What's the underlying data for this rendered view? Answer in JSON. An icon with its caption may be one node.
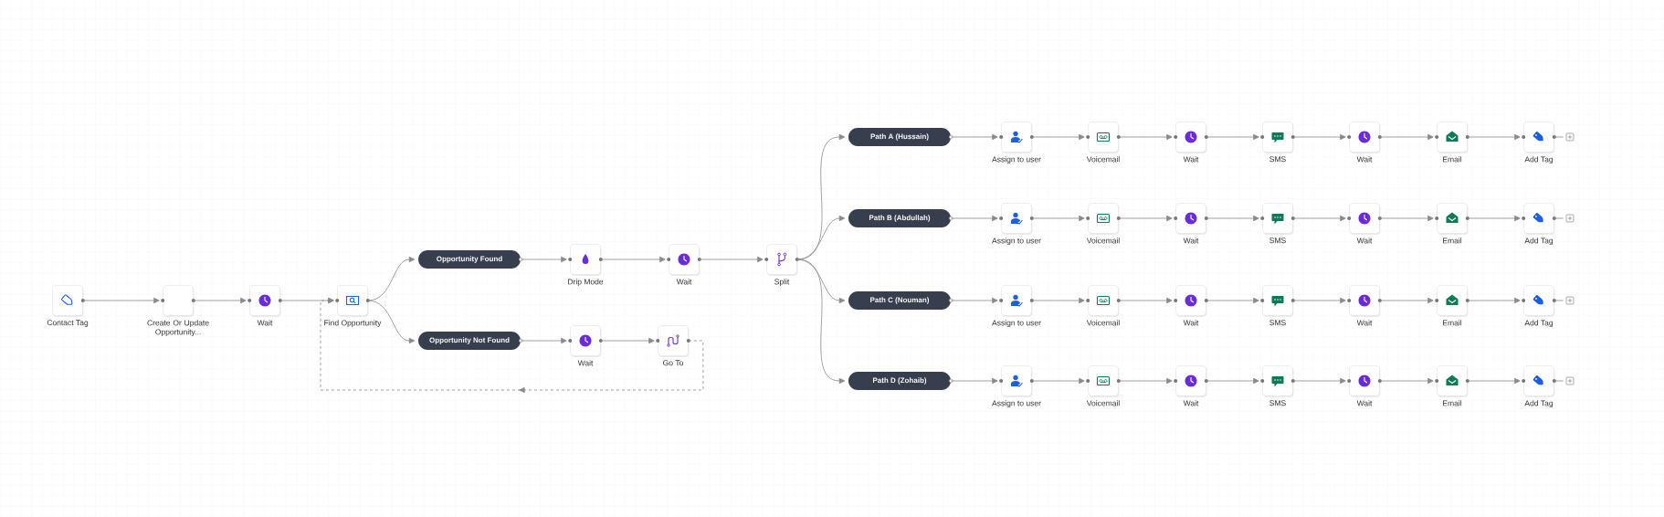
{
  "diagram": {
    "nodes": [
      {
        "text": [
          "Contact Tag"
        ]
      },
      {
        "text": [
          "Create Or Update Opportunity..."
        ]
      },
      {
        "text": [
          "Wait"
        ]
      },
      {
        "text": [
          "Find Opportunity"
        ]
      },
      {
        "text": [
          "Opportunity Found"
        ]
      },
      {
        "text": [
          "Drip Mode"
        ]
      },
      {
        "text": [
          "Wait"
        ]
      },
      {
        "text": [
          "Split"
        ]
      },
      {
        "text": [
          "Opportunity Not Found"
        ]
      },
      {
        "text": [
          "Wait"
        ]
      },
      {
        "text": [
          "Go To"
        ]
      },
      {
        "text": [
          "Path A (Hussain)"
        ]
      },
      {
        "text": [
          "Assign to user"
        ]
      },
      {
        "text": [
          "Voicemail"
        ]
      },
      {
        "text": [
          "Wait"
        ]
      },
      {
        "text": [
          "SMS"
        ]
      },
      {
        "text": [
          "Wait"
        ]
      },
      {
        "text": [
          "Email"
        ]
      },
      {
        "text": [
          "Add Tag"
        ]
      },
      {
        "text": [],
        "shape": "box"
      },
      {
        "text": [
          "Path B (Abdullah)"
        ]
      },
      {
        "text": [
          "Assign to user"
        ]
      },
      {
        "text": [
          "Voicemail"
        ]
      },
      {
        "text": [
          "Wait"
        ]
      },
      {
        "text": [
          "SMS"
        ]
      },
      {
        "text": [
          "Wait"
        ]
      },
      {
        "text": [
          "Email"
        ]
      },
      {
        "text": [
          "Add Tag"
        ]
      },
      {
        "text": [],
        "shape": "box"
      },
      {
        "text": [
          "Path C (Nouman)"
        ]
      },
      {
        "text": [
          "Assign to user"
        ]
      },
      {
        "text": [
          "Voicemail"
        ]
      },
      {
        "text": [
          "Wait"
        ]
      },
      {
        "text": [
          "SMS"
        ]
      },
      {
        "text": [
          "Wait"
        ]
      },
      {
        "text": [
          "Email"
        ]
      },
      {
        "text": [
          "Add Tag"
        ]
      },
      {
        "text": [],
        "shape": "box"
      },
      {
        "text": [
          "Path D (Zohaib)"
        ]
      },
      {
        "text": [
          "Assign to user"
        ]
      },
      {
        "text": [
          "Voicemail"
        ]
      },
      {
        "text": [
          "Wait"
        ]
      },
      {
        "text": [
          "SMS"
        ]
      },
      {
        "text": [
          "Wait"
        ]
      },
      {
        "text": [
          "Email"
        ]
      },
      {
        "text": [
          "Add Tag"
        ]
      },
      {
        "text": [],
        "shape": "box"
      }
    ],
    "edges": [
      {
        "from": 0,
        "to": 1,
        "arrow": "to"
      },
      {
        "from": 1,
        "to": 2,
        "arrow": "to"
      },
      {
        "from": 2,
        "to": 3,
        "arrow": "to"
      },
      {
        "from": 3,
        "to": 4,
        "arrow": "to"
      },
      {
        "from": 3,
        "to": 8,
        "arrow": "to"
      },
      {
        "from": 4,
        "to": 5,
        "arrow": "to"
      },
      {
        "from": 5,
        "to": 6,
        "arrow": "to"
      },
      {
        "from": 6,
        "to": 7,
        "arrow": "to"
      },
      {
        "from": 7,
        "to": 11,
        "arrow": "to"
      },
      {
        "from": 7,
        "to": 20,
        "arrow": "to"
      },
      {
        "from": 7,
        "to": 29,
        "arrow": "to"
      },
      {
        "from": 7,
        "to": 38,
        "arrow": "to"
      },
      {
        "from": 8,
        "to": 9,
        "arrow": "to"
      },
      {
        "from": 9,
        "to": 10,
        "arrow": "to"
      },
      {
        "from": 10,
        "to": 3,
        "arrow": "to",
        "style": "dashed"
      },
      {
        "from": 11,
        "to": 12,
        "arrow": "to"
      },
      {
        "from": 12,
        "to": 13,
        "arrow": "to"
      },
      {
        "from": 13,
        "to": 14,
        "arrow": "to"
      },
      {
        "from": 14,
        "to": 15,
        "arrow": "to"
      },
      {
        "from": 15,
        "to": 16,
        "arrow": "to"
      },
      {
        "from": 16,
        "to": 17,
        "arrow": "to"
      },
      {
        "from": 17,
        "to": 18,
        "arrow": "to"
      },
      {
        "from": 18,
        "to": 19,
        "arrow": "none"
      },
      {
        "from": 20,
        "to": 21,
        "arrow": "to"
      },
      {
        "from": 21,
        "to": 22,
        "arrow": "to"
      },
      {
        "from": 22,
        "to": 23,
        "arrow": "to"
      },
      {
        "from": 23,
        "to": 24,
        "arrow": "to"
      },
      {
        "from": 24,
        "to": 25,
        "arrow": "to"
      },
      {
        "from": 25,
        "to": 26,
        "arrow": "to"
      },
      {
        "from": 26,
        "to": 27,
        "arrow": "to"
      },
      {
        "from": 27,
        "to": 28,
        "arrow": "none"
      },
      {
        "from": 29,
        "to": 30,
        "arrow": "to"
      },
      {
        "from": 30,
        "to": 31,
        "arrow": "to"
      },
      {
        "from": 31,
        "to": 32,
        "arrow": "to"
      },
      {
        "from": 32,
        "to": 33,
        "arrow": "to"
      },
      {
        "from": 33,
        "to": 34,
        "arrow": "to"
      },
      {
        "from": 34,
        "to": 35,
        "arrow": "to"
      },
      {
        "from": 35,
        "to": 36,
        "arrow": "to"
      },
      {
        "from": 36,
        "to": 37,
        "arrow": "none"
      },
      {
        "from": 38,
        "to": 39,
        "arrow": "to"
      },
      {
        "from": 39,
        "to": 40,
        "arrow": "to"
      },
      {
        "from": 40,
        "to": 41,
        "arrow": "to"
      },
      {
        "from": 41,
        "to": 42,
        "arrow": "to"
      },
      {
        "from": 42,
        "to": 43,
        "arrow": "to"
      },
      {
        "from": 43,
        "to": 44,
        "arrow": "to"
      },
      {
        "from": 44,
        "to": 45,
        "arrow": "to"
      },
      {
        "from": 45,
        "to": 46,
        "arrow": "none"
      }
    ]
  }
}
